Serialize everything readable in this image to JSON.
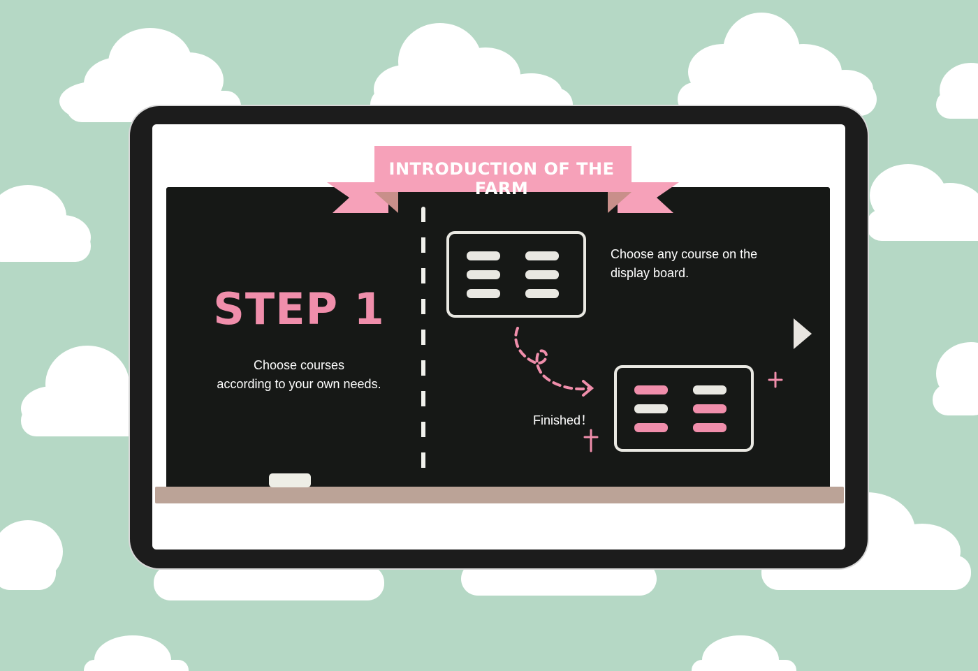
{
  "slide": {
    "banner_title": "INTRODUCTION OF THE FARM",
    "step_title": "STEP 1",
    "step_description_line1": "Choose courses",
    "step_description_line2": "according to your own needs.",
    "course_instruction_line1": "Choose any course on the",
    "course_instruction_line2": "display board.",
    "finished_label": "Finished！"
  },
  "icons": {
    "next": "triangle-right-icon",
    "sparkle": "sparkle-icon",
    "arrow": "curly-arrow-icon"
  },
  "colors": {
    "background": "#b5d8c5",
    "cloud": "#ffffff",
    "chalkboard": "#161816",
    "ribbon": "#f6a1b9",
    "accent_pink": "#f08eab",
    "ledge": "#bba397"
  }
}
